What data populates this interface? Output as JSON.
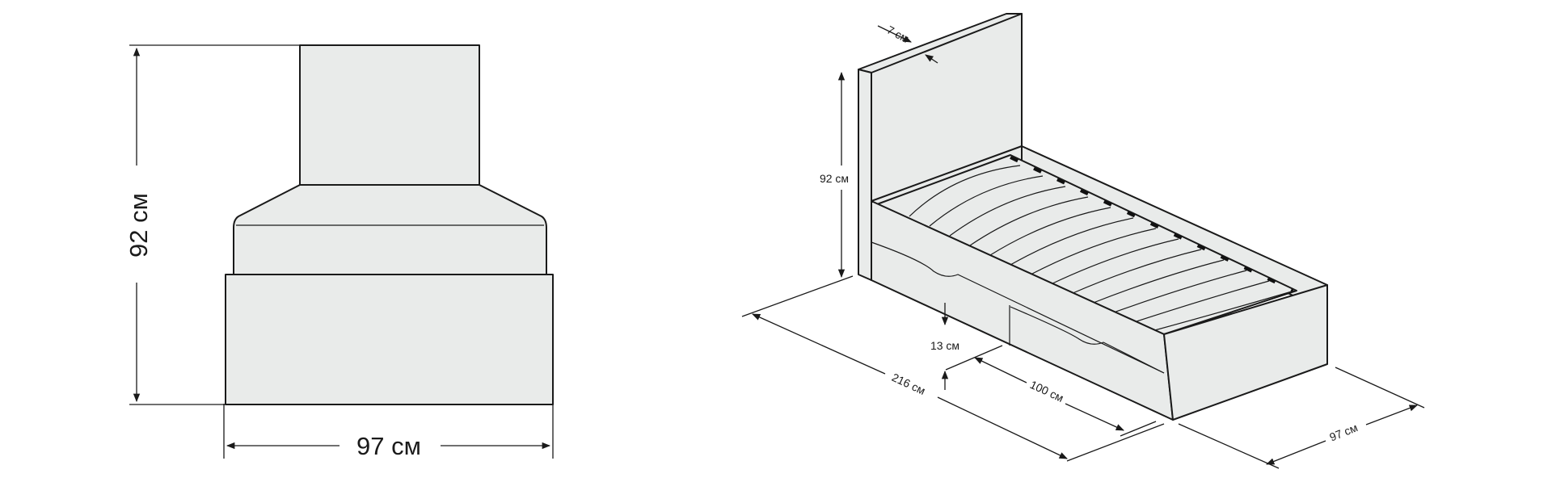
{
  "front_view": {
    "height_label": "92 см",
    "width_label": "97 см"
  },
  "iso_view": {
    "headboard_thickness_label": "7 см",
    "height_label": "92 см",
    "length_label": "216 см",
    "drawer_length_label": "100 см",
    "drawer_height_label": "13 см",
    "width_label": "97 см"
  },
  "colors": {
    "fill": "#e9ebea",
    "stroke": "#1a1a1a"
  }
}
